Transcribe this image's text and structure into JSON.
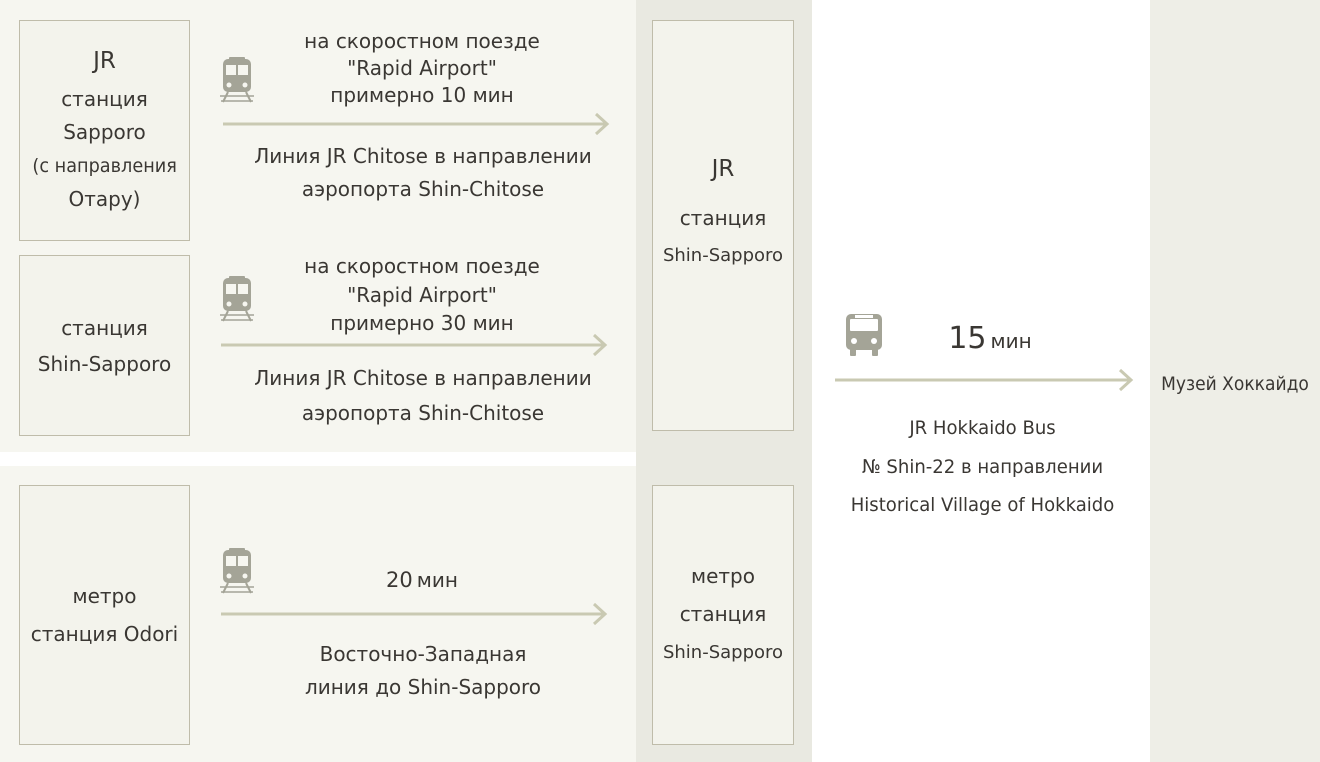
{
  "colors": {
    "panel_left": "#f6f6f0",
    "panel_mid": "#e9e9e1",
    "panel_right": "#eeeee7",
    "box_fill": "#f3f3ec",
    "box_border": "#bfbcaa",
    "arrow": "#c9c9b2",
    "icon": "#a4a497",
    "text": "#3a3733"
  },
  "icons": {
    "train": "train-icon",
    "bus": "bus-icon"
  },
  "origins": {
    "sapporo": {
      "l1": "JR",
      "l2": "станция",
      "l3": "Sapporo",
      "l4": "(с направления",
      "l5": "Отару)"
    },
    "shin_sapporo": {
      "l1": "станция",
      "l2": "Shin-Sapporo"
    },
    "odori": {
      "l1": "метро",
      "l2": "станция Odori"
    }
  },
  "routes": {
    "r1": {
      "top1": "на скоростном поезде",
      "top2": "\"Rapid Airport\"",
      "top3": "примерно 10 мин",
      "bot1": "Линия JR Chitose в направлении",
      "bot2": "аэропорта Shin-Chitose"
    },
    "r2": {
      "top1": "на скоростном поезде",
      "top2": "\"Rapid Airport\"",
      "top3": "примерно 30 мин",
      "bot1": "Линия JR Chitose в направлении",
      "bot2": "аэропорта Shin-Chitose"
    },
    "r3": {
      "time_num": "20",
      "time_unit": "мин",
      "bot1": "Восточно-Западная",
      "bot2": "линия до Shin-Sapporo"
    }
  },
  "hubs": {
    "jr": {
      "l1": "JR",
      "l2": "станция",
      "l3": "Shin-Sapporo"
    },
    "metro": {
      "l1": "метро",
      "l2": "станция",
      "l3": "Shin-Sapporo"
    }
  },
  "bus": {
    "time_num": "15",
    "time_unit": "мин",
    "l1": "JR Hokkaido Bus",
    "l2": "№ Shin-22 в направлении",
    "l3": "Historical Village of Hokkaido"
  },
  "destination": "Музей Хоккайдо"
}
